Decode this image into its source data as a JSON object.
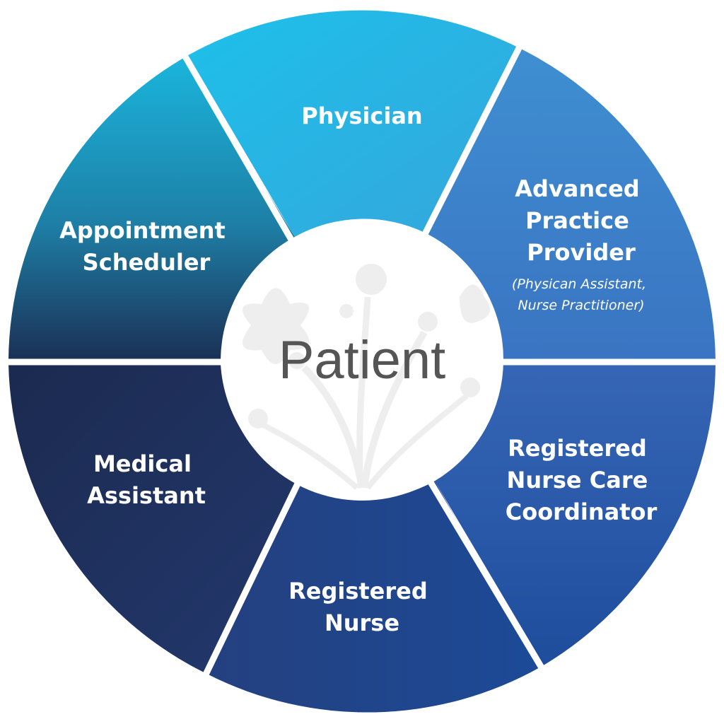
{
  "center": {
    "label": "Patient"
  },
  "segments": [
    {
      "id": "physician",
      "lines": [
        "Physician"
      ],
      "sub": []
    },
    {
      "id": "advanced-practice-provider",
      "lines": [
        "Advanced",
        "Practice",
        "Provider"
      ],
      "sub": [
        "(Physican Assistant,",
        "Nurse Practitioner)"
      ]
    },
    {
      "id": "registered-nurse-care-coordinator",
      "lines": [
        "Registered",
        "Nurse Care",
        "Coordinator"
      ],
      "sub": []
    },
    {
      "id": "registered-nurse",
      "lines": [
        "Registered",
        "Nurse"
      ],
      "sub": []
    },
    {
      "id": "medical-assistant",
      "lines": [
        "Medical",
        "Assistant"
      ],
      "sub": []
    },
    {
      "id": "appointment-scheduler",
      "lines": [
        "Appointment",
        "Scheduler"
      ],
      "sub": []
    }
  ],
  "colors": {
    "physician": [
      "#1dc0ea",
      "#35a6dc"
    ],
    "advanced-practice-provider": [
      "#3f8fd2",
      "#3a74c2"
    ],
    "registered-nurse-care-coordinator": [
      "#3766b7",
      "#1e4d9c"
    ],
    "registered-nurse": [
      "#24407f",
      "#1c4a97"
    ],
    "medical-assistant": [
      "#1b2a4f",
      "#23386e"
    ],
    "appointment-scheduler": [
      "#1ab5dc",
      "#1b3055"
    ],
    "center_fill": "#ffffff",
    "center_text": "#555555",
    "divider": "#ffffff"
  }
}
